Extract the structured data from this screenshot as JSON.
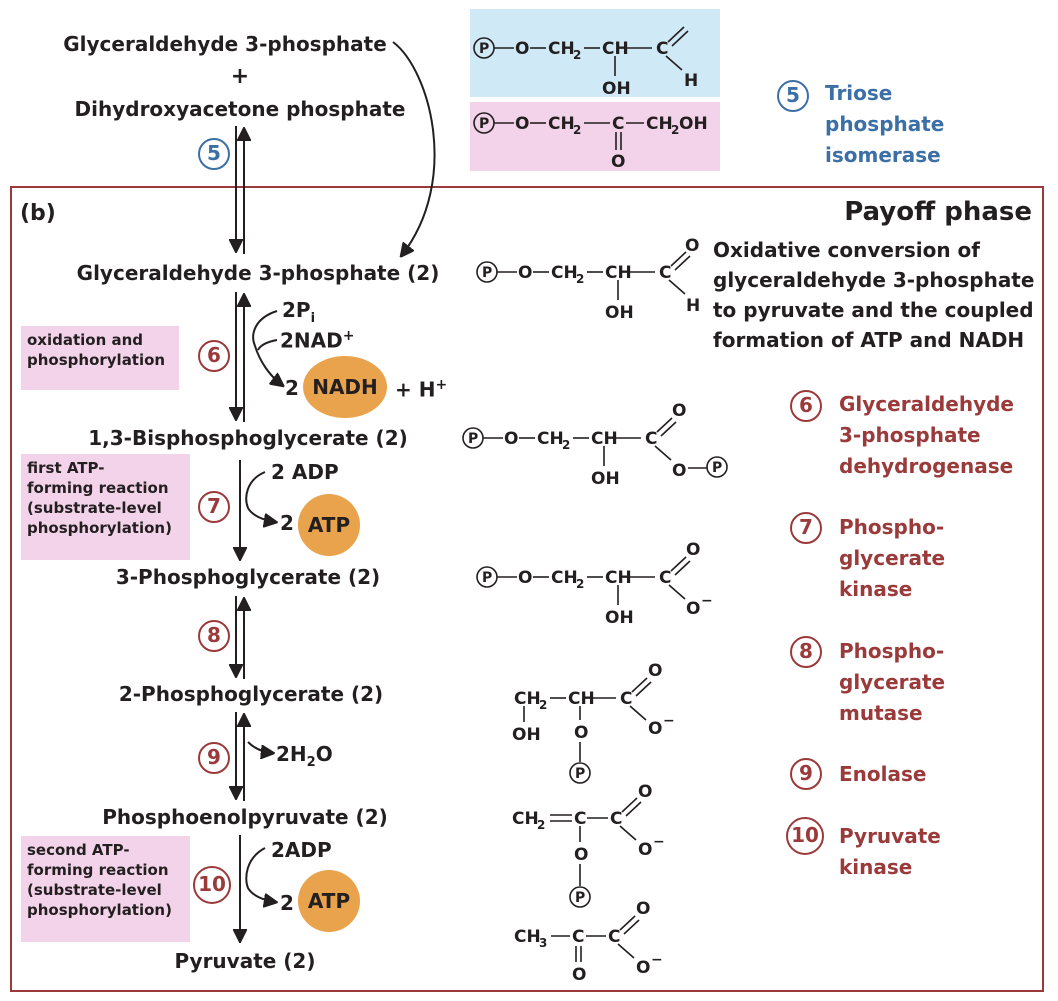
{
  "panel_label": "(b)",
  "phase_title": "Payoff phase",
  "phase_description": "Oxidative conversion of\nglyceraldehyde 3-phosphate\nto pyruvate and the coupled\nformation of ATP and NADH",
  "top": {
    "metabolite_1": "Glyceraldehyde 3-phosphate",
    "plus": "+",
    "metabolite_2": "Dihydroxyacetone phosphate"
  },
  "metabolites": [
    "Glyceraldehyde 3-phosphate  (2)",
    "1,3-Bisphosphoglycerate  (2)",
    "3-Phosphoglycerate  (2)",
    "2-Phosphoglycerate  (2)",
    "Phosphoenolpyruvate  (2)",
    "Pyruvate  (2)"
  ],
  "steps": [
    {
      "number": "5",
      "enzyme": "Triose\nphosphate\nisomerase",
      "color": "#3b6fa6"
    },
    {
      "number": "6",
      "enzyme": "Glyceraldehyde\n3-phosphate\ndehydrogenase",
      "color": "#9b3a3a"
    },
    {
      "number": "7",
      "enzyme": "Phospho-\nglycerate\nkinase",
      "color": "#9b3a3a"
    },
    {
      "number": "8",
      "enzyme": "Phospho-\nglycerate\nmutase",
      "color": "#9b3a3a"
    },
    {
      "number": "9",
      "enzyme": "Enolase",
      "color": "#9b3a3a"
    },
    {
      "number": "10",
      "enzyme": "Pyruvate\nkinase",
      "color": "#9b3a3a"
    }
  ],
  "notes": [
    "oxidation and\nphosphorylation",
    "first ATP-\nforming reaction\n(substrate-level\nphosphorylation)",
    "second ATP-\nforming reaction\n(substrate-level\nphosphorylation)"
  ],
  "cofactors": {
    "step6_in_1": "2P",
    "step6_in_1_sub": "i",
    "step6_in_2": "2NAD",
    "step6_in_2_sup": "+",
    "step6_out_coef": "2",
    "step6_out": "NADH",
    "step6_out_extra": "+ H",
    "step6_out_extra_sup": "+",
    "step7_in": "2 ADP",
    "step7_out_coef": "2",
    "step7_out": "ATP",
    "step9_out": "2H",
    "step9_out_sub": "2",
    "step9_out_tail": "O",
    "step10_in": "2ADP",
    "step10_out_coef": "2",
    "step10_out": "ATP"
  },
  "colors": {
    "payoff_border": "#9b3a3a",
    "enzyme_red": "#9b3a3a",
    "enzyme_blue": "#3b6fa6",
    "blue_box": "#cfe9f7",
    "pink_box": "#f3d3e9",
    "atp_oval": "#e9a34c"
  },
  "chem": {
    "P": "P",
    "O": "O",
    "CH2": "CH",
    "sub2": "2",
    "CH": "CH",
    "C": "C",
    "OH": "OH",
    "H": "H",
    "CH2OH": "CH",
    "CH2OH_tail": "OH",
    "O_minus": "O",
    "minus": "−",
    "CH3": "CH",
    "sub3": "3",
    "dash": "—"
  }
}
